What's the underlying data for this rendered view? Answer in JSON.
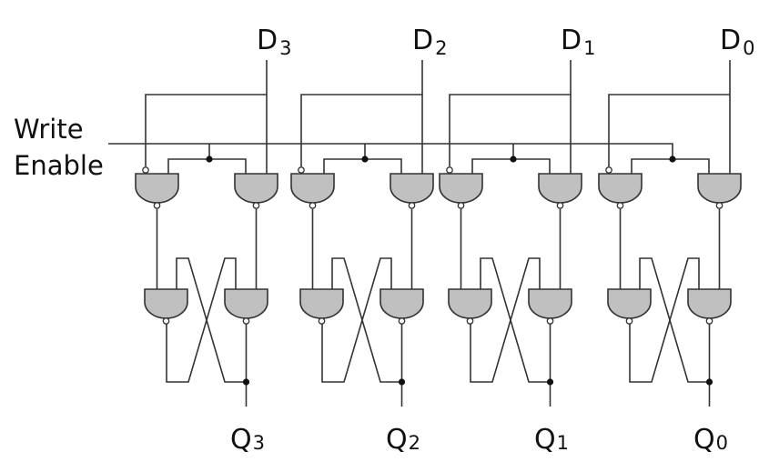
{
  "diagram": {
    "title": "4-bit register built from gated D latches",
    "write_enable": {
      "line1": "Write",
      "line2": "Enable"
    },
    "colors": {
      "gate_fill": "#c0c0c0",
      "stroke": "#333333",
      "background": "#ffffff"
    },
    "bits": [
      {
        "input_main": "D",
        "input_sub": "3",
        "output_main": "Q",
        "output_sub": "3"
      },
      {
        "input_main": "D",
        "input_sub": "2",
        "output_main": "Q",
        "output_sub": "2"
      },
      {
        "input_main": "D",
        "input_sub": "1",
        "output_main": "Q",
        "output_sub": "1"
      },
      {
        "input_main": "D",
        "input_sub": "0",
        "output_main": "Q",
        "output_sub": "0"
      }
    ],
    "gate_type": "NAND",
    "gates_per_bit": 4
  }
}
